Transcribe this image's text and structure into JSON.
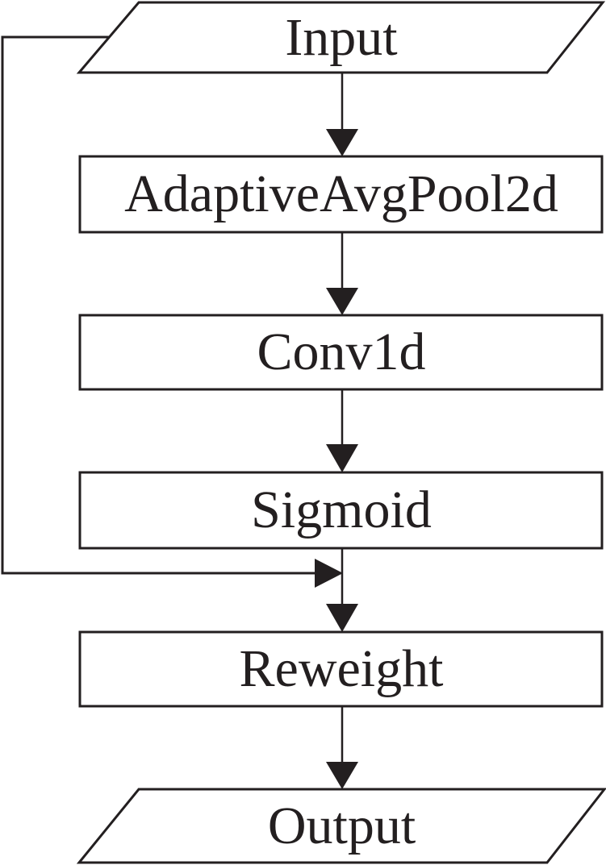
{
  "diagram": {
    "type": "flowchart",
    "colors": {
      "stroke": "#231f20",
      "fill": "#ffffff",
      "text": "#231f20",
      "background": "#ffffff"
    },
    "nodes": [
      {
        "id": "input",
        "label": "Input",
        "shape": "parallelogram"
      },
      {
        "id": "pool",
        "label": "AdaptiveAvgPool2d",
        "shape": "rectangle"
      },
      {
        "id": "conv",
        "label": "Conv1d",
        "shape": "rectangle"
      },
      {
        "id": "sigmoid",
        "label": "Sigmoid",
        "shape": "rectangle"
      },
      {
        "id": "reweight",
        "label": "Reweight",
        "shape": "rectangle"
      },
      {
        "id": "output",
        "label": "Output",
        "shape": "parallelogram"
      }
    ],
    "edges": [
      {
        "from": "input",
        "to": "pool",
        "type": "arrow"
      },
      {
        "from": "pool",
        "to": "conv",
        "type": "arrow"
      },
      {
        "from": "conv",
        "to": "sigmoid",
        "type": "arrow"
      },
      {
        "from": "sigmoid",
        "to": "reweight",
        "type": "arrow"
      },
      {
        "from": "input",
        "to": "reweight",
        "type": "skip-connection-arrow"
      },
      {
        "from": "reweight",
        "to": "output",
        "type": "arrow"
      }
    ]
  }
}
